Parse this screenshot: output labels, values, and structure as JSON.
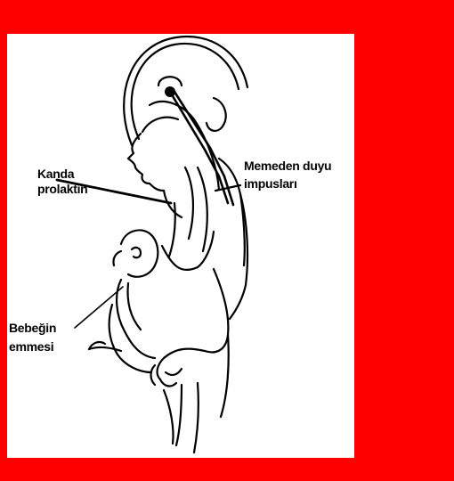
{
  "colors": {
    "frame": "#ff0000",
    "panel": "#ffffff",
    "ink": "#000000"
  },
  "labels": {
    "blood_prolactin": [
      "Kanda",
      "prolaktin"
    ],
    "sensory_impulses": [
      "Memeden duyu",
      "impusları"
    ],
    "baby_sucking": [
      "Bebeğin",
      "emmesi"
    ]
  }
}
